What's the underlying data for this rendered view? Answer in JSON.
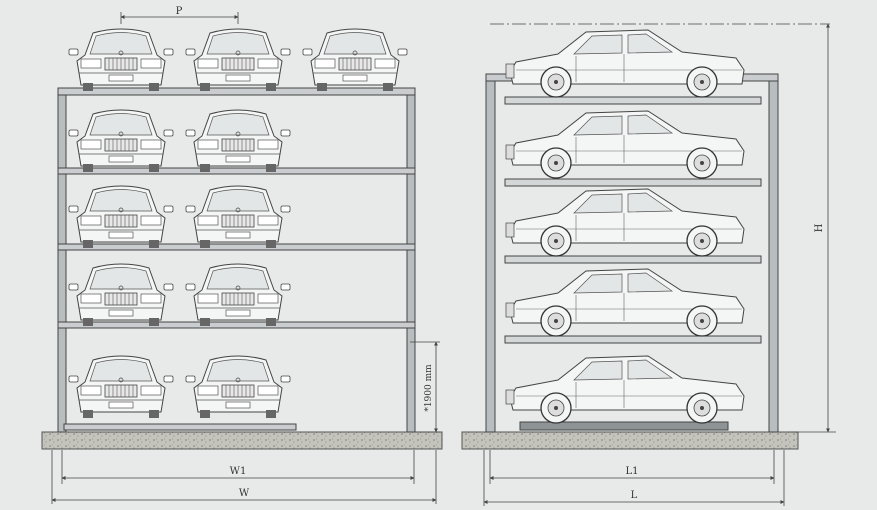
{
  "labels": {
    "P": "P",
    "W1": "W1",
    "W": "W",
    "L1": "L1",
    "L": "L",
    "H": "H",
    "clearance": "*1900 mm"
  },
  "front_view": {
    "levels": [
      {
        "cars": 3
      },
      {
        "cars": 2
      },
      {
        "cars": 2
      },
      {
        "cars": 2
      },
      {
        "cars": 2
      }
    ]
  },
  "side_view": {
    "levels": 5
  },
  "colors": {
    "background": "#e8eaea",
    "line": "#444444",
    "steel": "#9aa0a2",
    "ground": "#b9b9b2"
  }
}
